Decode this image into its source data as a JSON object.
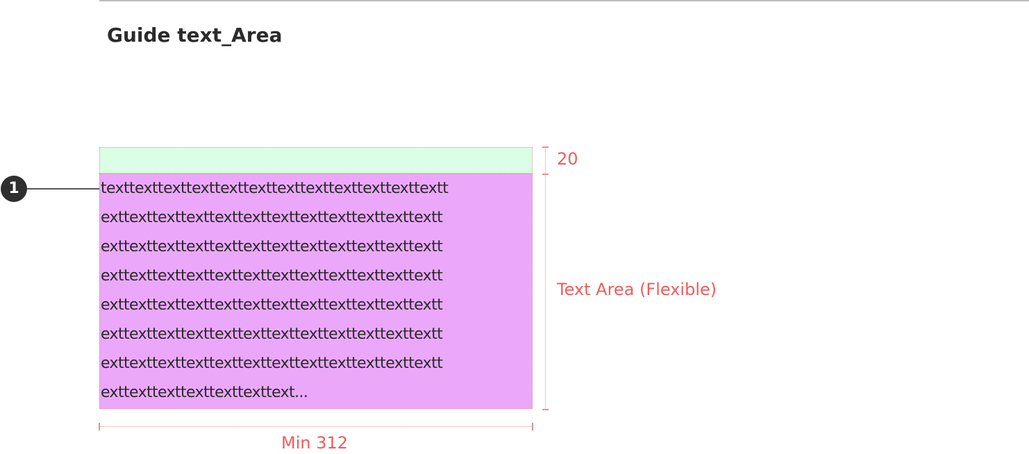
{
  "header": {
    "title": "Guide text_Area"
  },
  "callout": {
    "number": "1"
  },
  "text_area": {
    "lines": [
      "texttexttexttexttexttexttexttexttexttexttexttextt",
      "exttexttexttexttexttexttexttexttexttexttexttextt",
      "exttexttexttexttexttexttexttexttexttexttexttextt",
      "exttexttexttexttexttexttexttexttexttexttexttextt",
      "exttexttexttexttexttexttexttexttexttexttexttextt",
      "exttexttexttexttexttexttexttexttexttexttexttextt",
      "exttexttexttexttexttexttexttexttexttexttexttextt",
      "exttexttexttexttexttexttext..."
    ]
  },
  "dimensions": {
    "top_padding": "20",
    "text_area_label": "Text Area (Flexible)",
    "min_width": "Min 312"
  },
  "colors": {
    "padding_zone": "#daffe6",
    "text_zone": "#eba8fb",
    "dimension": "#ee5c5c",
    "callout": "#2f2f2f"
  }
}
